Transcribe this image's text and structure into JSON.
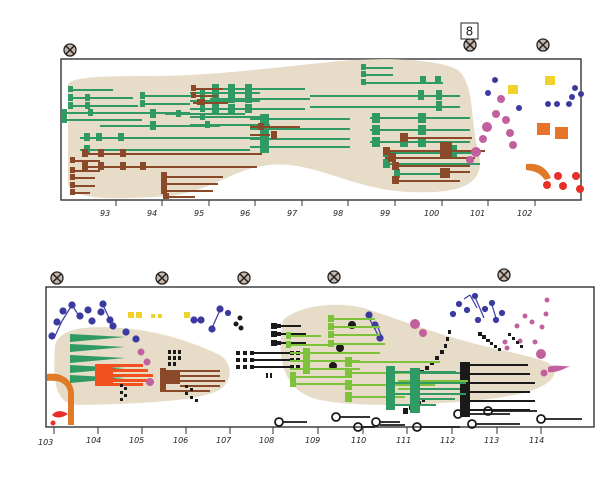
{
  "score": {
    "rehearsal_mark": "8",
    "colors": {
      "cloud": "#e6dcc8",
      "teal_green": "#2f9a63",
      "brown": "#8a4a2a",
      "lime": "#7cc23a",
      "orange_red": "#f2501e",
      "orange": "#e07a26",
      "black": "#1a1a1a",
      "blue": "#3a3aa0",
      "magenta": "#c2609e",
      "yellow": "#f0d22a",
      "red": "#e8302a",
      "frame": "#333333"
    },
    "systems": [
      {
        "id": "system-1",
        "measures": [
          "93",
          "94",
          "95",
          "96",
          "97",
          "98",
          "99",
          "100",
          "101",
          "102"
        ],
        "markers": [
          "x-circle",
          "x-circle",
          "x-circle"
        ]
      },
      {
        "id": "system-2",
        "measures": [
          "103",
          "104",
          "105",
          "106",
          "107",
          "108",
          "109",
          "110",
          "111",
          "112",
          "113",
          "114"
        ],
        "markers": [
          "x-circle",
          "x-circle",
          "x-circle",
          "x-circle",
          "x-circle"
        ]
      }
    ]
  }
}
